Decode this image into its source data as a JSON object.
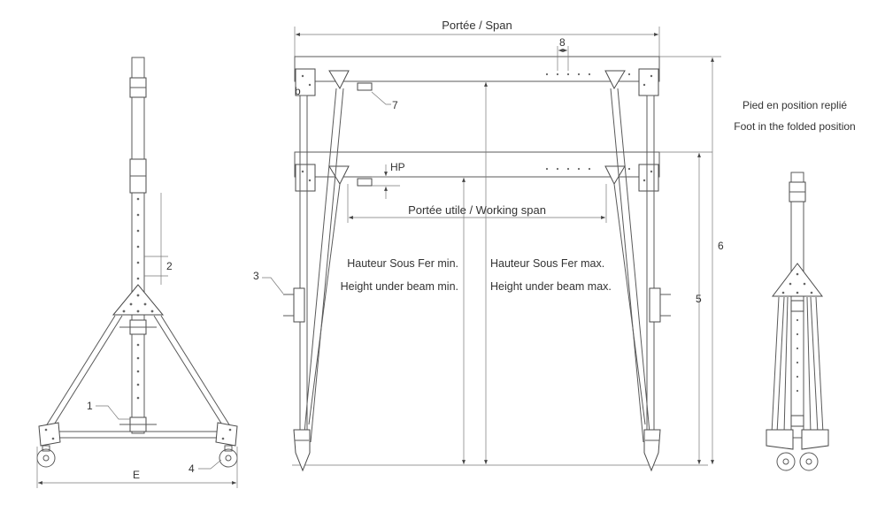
{
  "labels": {
    "span": "Portée / Span",
    "working_span": "Portée utile / Working span",
    "hp": "HP",
    "height_min_fr": "Hauteur Sous Fer min.",
    "height_min_en": "Height under beam min.",
    "height_max_fr": "Hauteur Sous Fer max.",
    "height_max_en": "Height under beam max.",
    "folded_fr": "Pied en position replié",
    "folded_en": "Foot in the folded position",
    "e": "E",
    "b": "b"
  },
  "callouts": {
    "c1": "1",
    "c2": "2",
    "c3": "3",
    "c4": "4",
    "c5": "5",
    "c6": "6",
    "c7": "7",
    "c8": "8"
  },
  "colors": {
    "line": "#5a5a5a",
    "text": "#333333"
  }
}
